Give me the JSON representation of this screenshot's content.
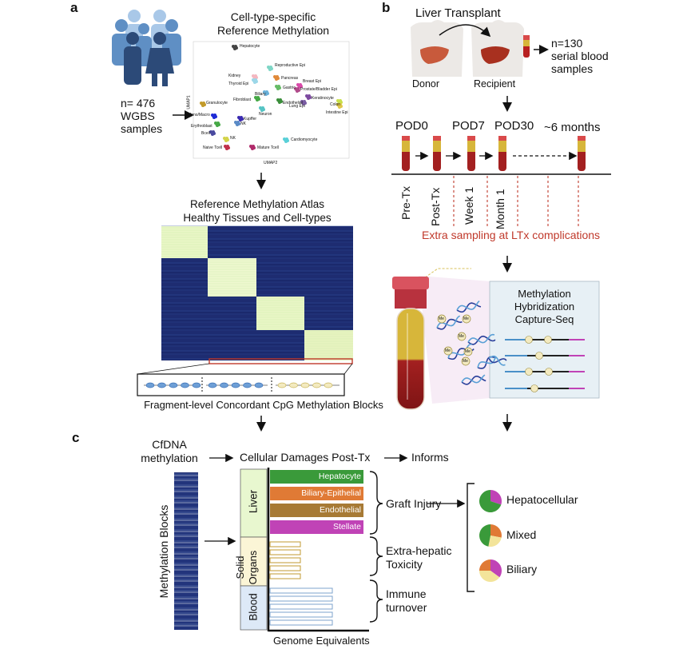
{
  "panels": {
    "a": "a",
    "b": "b",
    "c": "c"
  },
  "a": {
    "title_line1": "Cell-type-specific",
    "title_line2": "Reference Methylation",
    "samples_line1": "n= 476",
    "samples_line2": "WGBS",
    "samples_line3": "samples",
    "umap_xlabel": "UMAP2",
    "umap_ylabel": "UMAP1",
    "umap_clusters": [
      "Hepatocyte",
      "Reproductive Epi",
      "Pancreas",
      "Kidney",
      "Thyroid Epi",
      "Gastric",
      "Breast Epi",
      "Prostate/Bladder Epi",
      "Biliary",
      "Keratinocyte",
      "Fibroblast",
      "Endothelial",
      "Lung Epi",
      "Colon",
      "Intestine Epi",
      "Granulocyte",
      "Neuron",
      "Mono/Macro",
      "Kupffer",
      "Erythroblast",
      "NK",
      "Cardiomyocyte",
      "Bcell",
      "NK",
      "Naive Tcell",
      "Mature Tcell"
    ],
    "atlas_line1": "Reference Methylation Atlas",
    "atlas_line2": "Healthy Tissues and Cell-types",
    "blocks_caption": "Fragment-level Concordant CpG Methylation Blocks",
    "colors": {
      "atlas_bg": "#1c2a6e",
      "atlas_hi": "#eaf7c8",
      "accent_red": "#c0392b"
    }
  },
  "b": {
    "title": "Liver Transplant",
    "donor": "Donor",
    "recipient": "Recipient",
    "blood_line1": "n=130",
    "blood_line2": "serial blood",
    "blood_line3": "samples",
    "timepoints": [
      "POD0",
      "POD7",
      "POD30",
      "~6 months"
    ],
    "axis_labels": [
      "Pre-Tx",
      "Post-Tx",
      "Week 1",
      "Month 1"
    ],
    "extra_sampling": "Extra sampling at LTx complications",
    "capture_line1": "Methylation",
    "capture_line2": "Hybridization",
    "capture_line3": "Capture-Seq",
    "me_label": "Me"
  },
  "c": {
    "cfdna_line1": "CfDNA",
    "cfdna_line2": "methylation",
    "damages": "Cellular Damages Post-Tx",
    "informs": "Informs",
    "methylation_blocks": "Methylation Blocks",
    "group_liver": "Liver",
    "group_solid": "Solid",
    "group_organs": "Organs",
    "group_blood": "Blood",
    "bars": [
      {
        "label": "Hepatocyte",
        "color": "#3a9a3a"
      },
      {
        "label": "Biliary-Epithelial",
        "color": "#e07a35"
      },
      {
        "label": "Endothelial",
        "color": "#a77a35"
      },
      {
        "label": "Stellate",
        "color": "#c043b6"
      }
    ],
    "brace_labels": {
      "graft": "Graft Injury",
      "extra_line1": "Extra-hepatic",
      "extra_line2": "Toxicity",
      "immune_line1": "Immune",
      "immune_line2": "turnover"
    },
    "outcomes": [
      "Hepatocellular",
      "Mixed",
      "Biliary"
    ],
    "xlabel": "Genome Equivalents"
  }
}
